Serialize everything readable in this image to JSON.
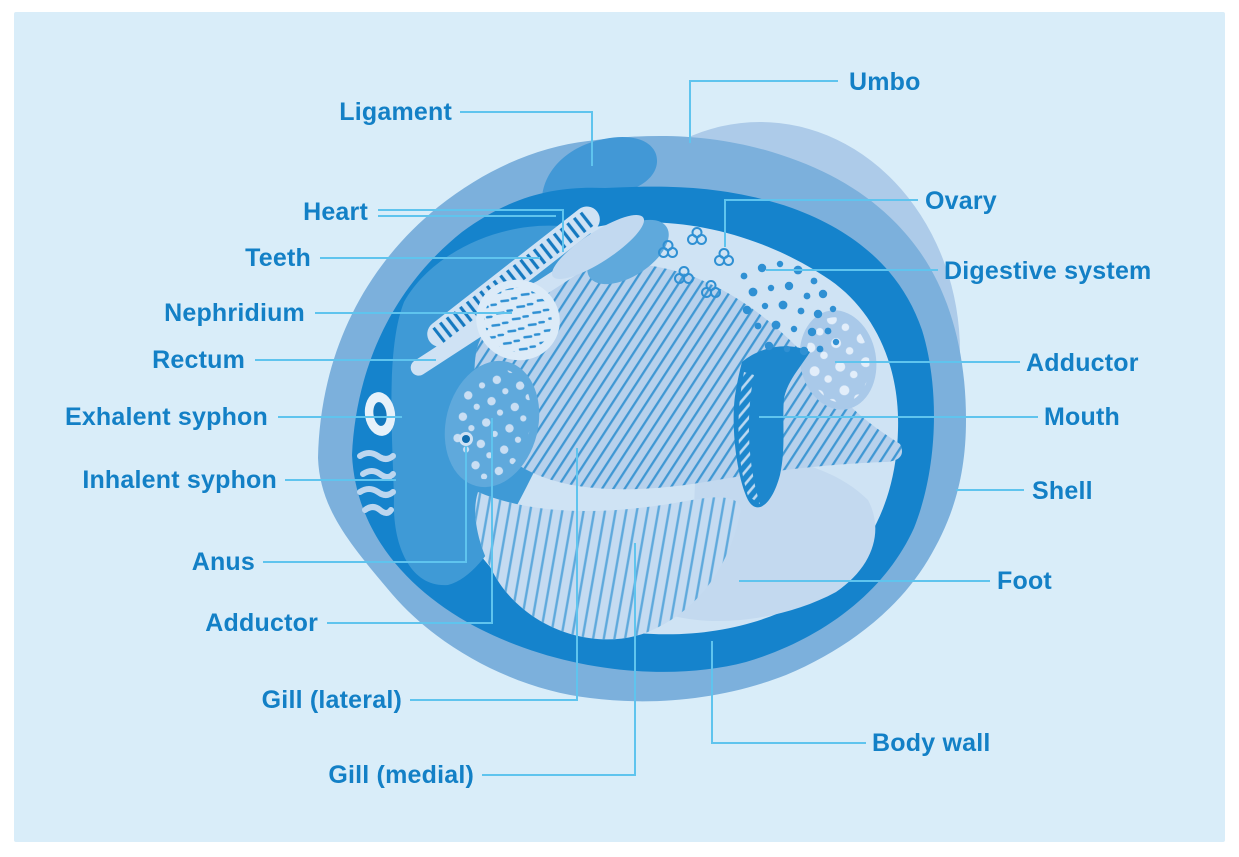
{
  "labels": {
    "left": [
      {
        "text": "Ligament"
      },
      {
        "text": "Heart"
      },
      {
        "text": "Teeth"
      },
      {
        "text": "Nephridium"
      },
      {
        "text": "Rectum"
      },
      {
        "text": "Exhalent syphon"
      },
      {
        "text": "Inhalent syphon"
      },
      {
        "text": "Anus"
      },
      {
        "text": "Adductor"
      },
      {
        "text": "Gill (lateral)"
      },
      {
        "text": "Gill (medial)"
      }
    ],
    "right": [
      {
        "text": "Umbo"
      },
      {
        "text": "Ovary"
      },
      {
        "text": "Digestive system"
      },
      {
        "text": "Adductor"
      },
      {
        "text": "Mouth"
      },
      {
        "text": "Shell"
      },
      {
        "text": "Foot"
      },
      {
        "text": "Body wall"
      }
    ]
  },
  "colors": {
    "page_background": "#ffffff",
    "panel_background": "#d9edf9",
    "label_text": "#1380c6",
    "leader_line": "#5fc4ee",
    "umbo_fill": "#adcbe9",
    "shell_fill": "#7cb0dc",
    "ligament_fill": "#4298d6",
    "body_wall_fill": "#1583cc",
    "interior_fill": "#cfe3f4",
    "foot_fill": "#c3d9ef",
    "mantle_fill": "#3f9ad6",
    "gill_base": "#b7d1ec",
    "gill_stripe": "#3f97d3",
    "gill_medial_base": "#c5dbf1",
    "gill_medial_stripe": "#5fa9dc",
    "organ_pale": "#dcebf8",
    "organ_mid": "#5fa9dc"
  }
}
